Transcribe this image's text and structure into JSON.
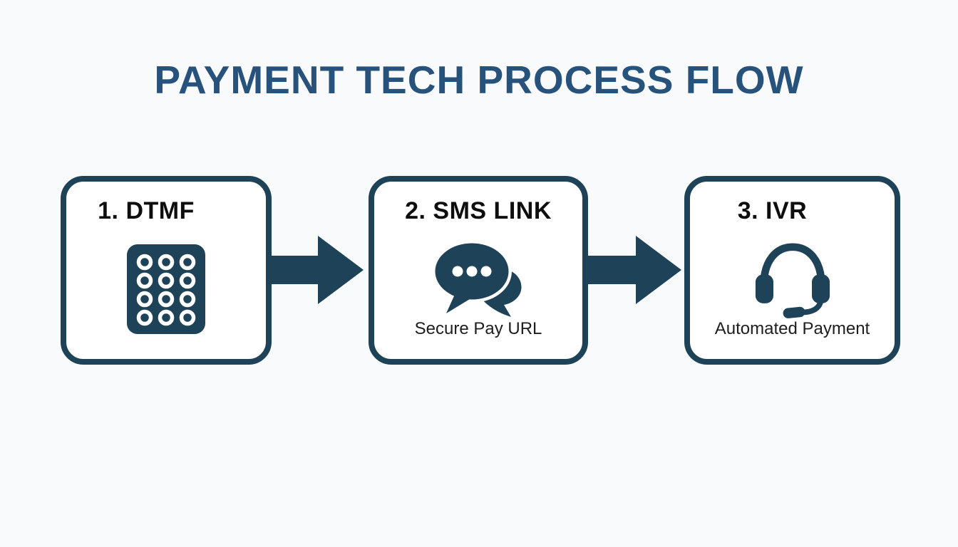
{
  "title": "PAYMENT TECH PROCESS FLOW",
  "colors": {
    "navy": "#1e4257",
    "title_text": "#27527b",
    "background": "#f9fafc",
    "box_bg": "#ffffff",
    "heading_text": "#0e0e0e",
    "caption_text": "#1e1e1e"
  },
  "steps": [
    {
      "heading": "1. DTMF",
      "icon": "keypad-icon"
    },
    {
      "heading": "2. SMS LINK",
      "icon": "chat-bubbles-icon",
      "caption": "Secure Pay URL"
    },
    {
      "heading": "3. IVR",
      "icon": "headset-icon",
      "caption": "Automated Payment"
    }
  ],
  "connectors": [
    {
      "type": "arrow-right"
    },
    {
      "type": "arrow-right"
    }
  ]
}
